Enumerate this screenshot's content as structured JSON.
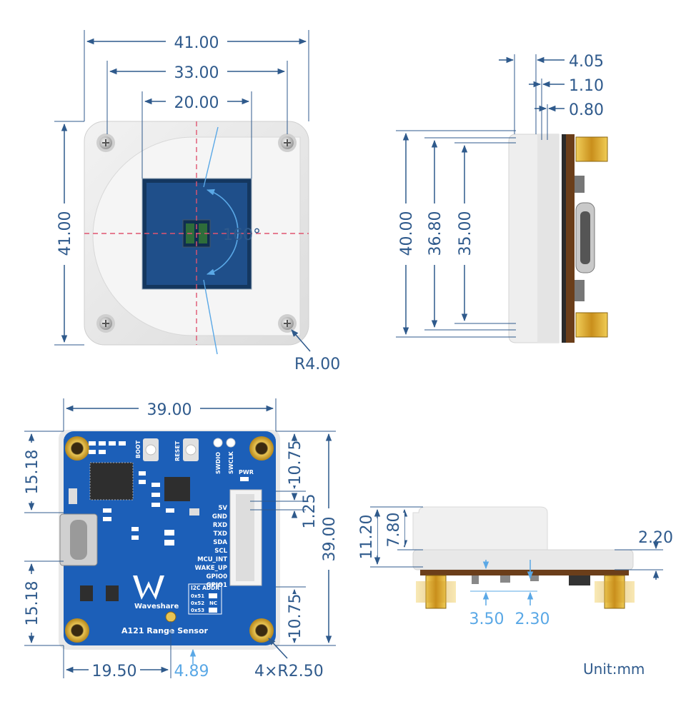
{
  "colors": {
    "dimension": "#2f5a8c",
    "dimension_light": "#5aa8e6",
    "axis_line": "#e05570",
    "pcb_blue": "#1c5fb8",
    "sensor_window": "#1f4f8a",
    "enclosure": "#ececec",
    "gold": "#d4a62a"
  },
  "front_view": {
    "width_outer": "41.00",
    "width_holes": "33.00",
    "width_window": "20.00",
    "height_outer": "41.00",
    "angle": "160°",
    "corner_radius": "R4.00"
  },
  "side_view": {
    "thickness_total": "4.05",
    "thickness_step": "1.10",
    "thickness_pcb": "0.80",
    "height_outer": "40.00",
    "height_mid": "36.80",
    "height_inner": "35.00"
  },
  "pcb_view": {
    "width": "39.00",
    "height": "39.00",
    "left_top": "15.18",
    "left_bottom": "15.18",
    "right_top": "10.75",
    "right_pin_pitch": "1.25",
    "right_bottom": "10.75",
    "bottom_offset": "19.50",
    "bottom_hole": "4.89",
    "holes": "4×R2.50",
    "board_name": "A121 Range Sensor",
    "brand": "Waveshare",
    "buttons": [
      "BOOT",
      "RESET"
    ],
    "debug_pins": [
      "SWDIO",
      "SWCLK"
    ],
    "pwr_label": "PWR",
    "pins": [
      "5V",
      "GND",
      "RXD",
      "TXD",
      "SDA",
      "SCL",
      "MCU_INT",
      "WAKE_UP",
      "GPIO0",
      "GPIO1"
    ],
    "i2c_table": {
      "title": "I2C ADDR",
      "rows": [
        {
          "addr": "0x51",
          "val": ""
        },
        {
          "addr": "0x52",
          "val": "NC"
        },
        {
          "addr": "0x53",
          "val": ""
        }
      ]
    }
  },
  "profile_view": {
    "height_total": "11.20",
    "height_cover": "7.80",
    "step": "2.20",
    "gap_a": "3.50",
    "gap_b": "2.30"
  },
  "unit_label": "Unit:mm"
}
